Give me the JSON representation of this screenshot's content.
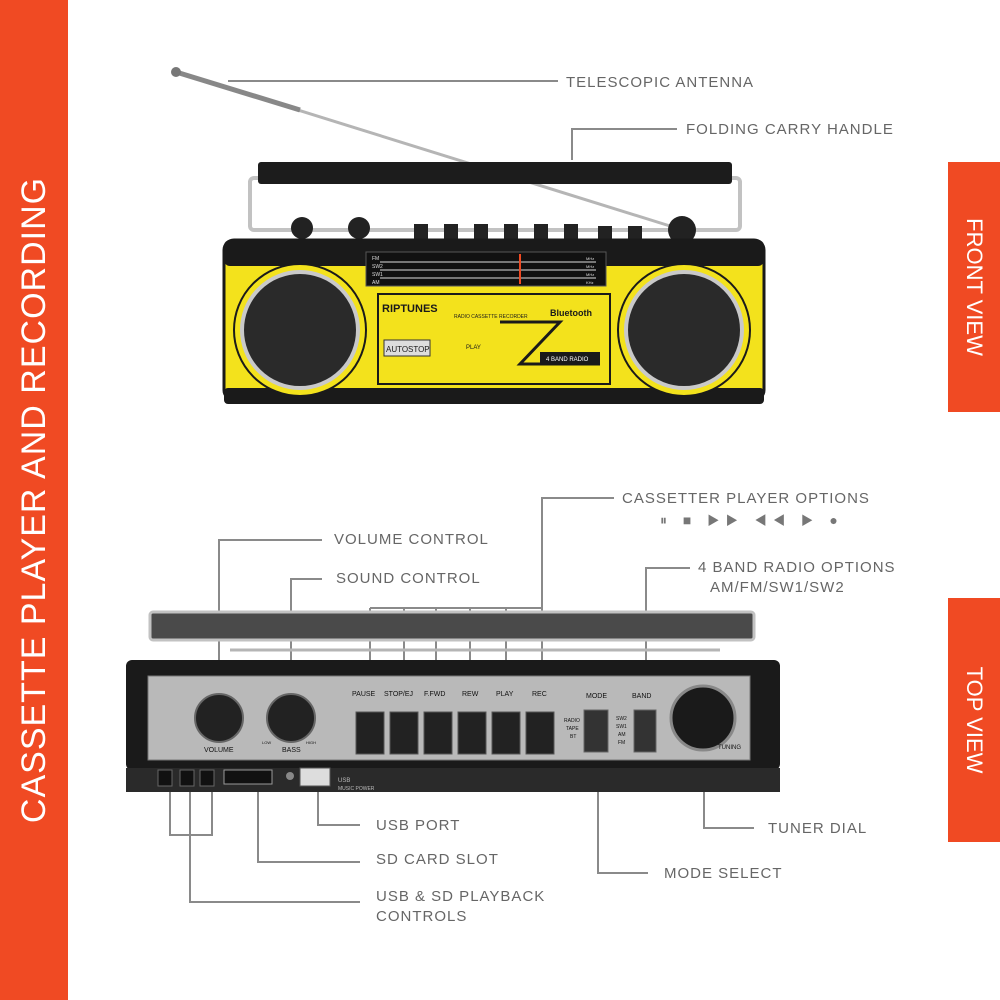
{
  "side_title": "CASSETTE PLAYER AND RECORDING",
  "view_tabs": {
    "front": "FRONT VIEW",
    "top": "TOP VIEW"
  },
  "front_callouts": {
    "antenna": "TELESCOPIC ANTENNA",
    "handle": "FOLDING CARRY HANDLE"
  },
  "top_callouts": {
    "cassette_options": "CASSETTER PLAYER OPTIONS",
    "cassette_icons": "⏸ ■ ▶▶ ◀◀ ▶ ●",
    "volume": "VOLUME CONTROL",
    "sound": "SOUND CONTROL",
    "band_options_line1": "4 BAND RADIO OPTIONS",
    "band_options_line2": "AM/FM/SW1/SW2",
    "usb_port": "USB PORT",
    "sd_slot": "SD CARD SLOT",
    "usb_sd_line1": "USB & SD PLAYBACK",
    "usb_sd_line2": "CONTROLS",
    "tuner_dial": "TUNER DIAL",
    "mode_select": "MODE SELECT"
  },
  "front_device": {
    "brand": "RIPTUNES",
    "subtitle": "RADIO CASSETTE RECORDER",
    "bluetooth": "Bluetooth",
    "autostop_a": "AUTO",
    "autostop_b": "STOP",
    "play_tag": "PLAY",
    "band_tag": "4 BAND RADIO",
    "fm": "FM",
    "bands": [
      "SW2",
      "SW1",
      "AM"
    ],
    "units": [
      "MHz",
      "MHz",
      "MHz",
      "KHz"
    ]
  },
  "top_device": {
    "keys": [
      "PAUSE",
      "STOP/EJ",
      "F.FWD",
      "REW",
      "PLAY",
      "REC"
    ],
    "mode": "MODE",
    "band": "BAND",
    "volume": "VOLUME",
    "bass": "BASS",
    "low": "LOW",
    "high": "HIGH",
    "tuning": "TUNING",
    "usb": "USB",
    "music_power": "MUSIC POWER",
    "mode_opts": [
      "RADIO",
      "TAPE",
      "BT"
    ],
    "band_opts": [
      "SW2",
      "SW1",
      "AM",
      "FM"
    ]
  },
  "colors": {
    "accent": "#f04a23",
    "body": "#f3e21c",
    "trim": "#1a1a1a",
    "silver": "#b9b9b9"
  }
}
